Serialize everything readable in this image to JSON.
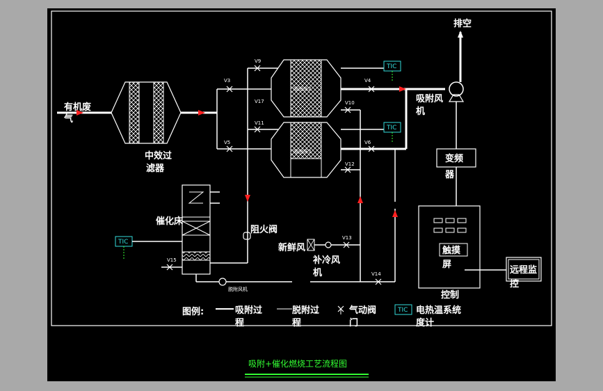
{
  "labels": {
    "inlet": [
      "有机废",
      "气"
    ],
    "filter": [
      "中效过",
      "滤器"
    ],
    "bed1": "吸附床2",
    "bed2": "吸附床3",
    "exhaust": "排空",
    "fan": [
      "吸附风",
      "机"
    ],
    "vfd": [
      "变频",
      "器"
    ],
    "catalytic_bed": "催化床",
    "flame_arrester": "阻火阀",
    "fresh_air": "新鲜风",
    "cooling_fan": [
      "补冷风",
      "机"
    ],
    "desorption_fan": "脱附风机",
    "touchscreen": [
      "触摸",
      "屏"
    ],
    "control": "控制",
    "remote": [
      "远程监",
      "控"
    ]
  },
  "valves": [
    "V9",
    "V3",
    "V17",
    "V4",
    "V10",
    "V11",
    "V5",
    "V6",
    "V12",
    "V13",
    "V14",
    "V15"
  ],
  "tic": "TIC",
  "legend": {
    "prefix": "图例:",
    "adsorption": [
      "吸附过",
      "程"
    ],
    "desorption": [
      "脱附过",
      "程"
    ],
    "valve": [
      "气动阀",
      "门"
    ],
    "thermometer": [
      "电热温系统",
      "度计"
    ]
  },
  "title": "吸附+催化燃烧工艺流程图",
  "colors": {
    "background": "#000000",
    "lines": "#ffffff",
    "arrows": "#ff2020",
    "tic": "#33dddd",
    "title": "#33ff33"
  }
}
